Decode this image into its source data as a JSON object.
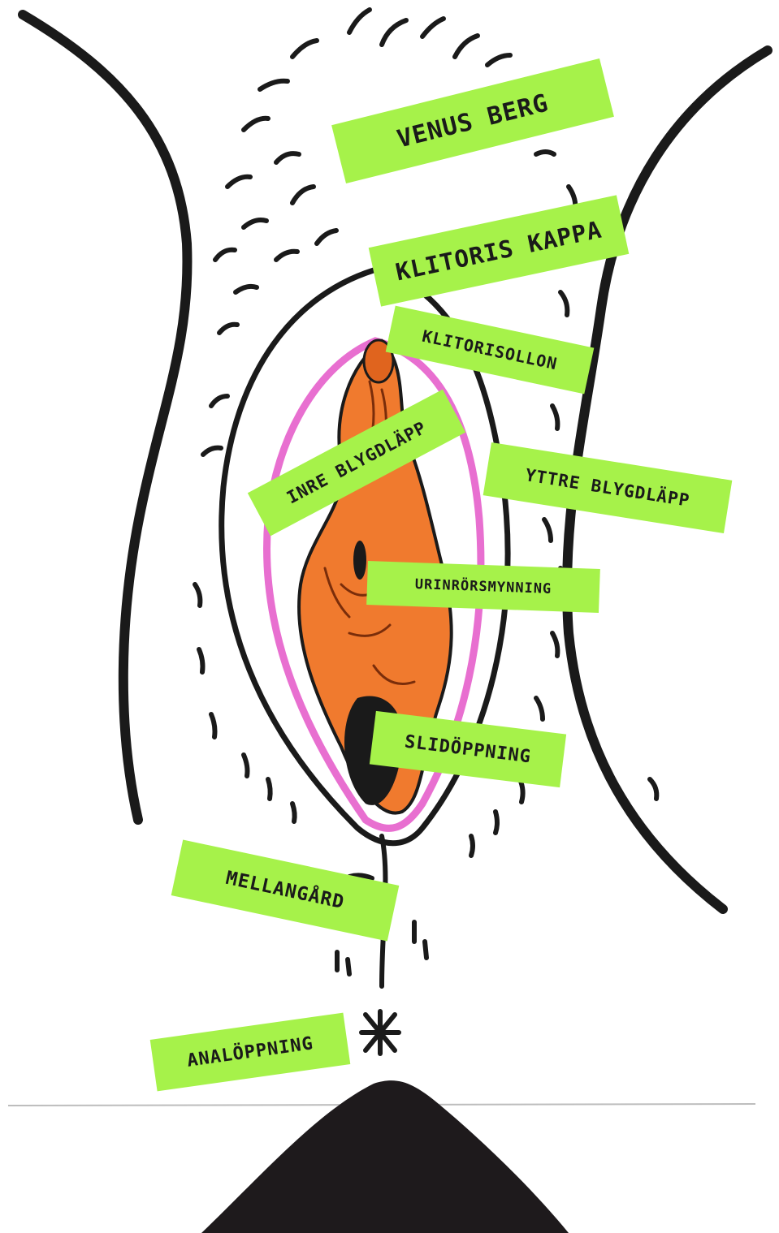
{
  "labels": {
    "mons": "VENUS BERG",
    "clitoral_hood": "KLITORIS KAPPA",
    "clitoral_glans": "KLITORISOLLON",
    "inner_labia": "INRE BLYGDLÄPP",
    "outer_labia": "YTTRE BLYGDLÄPP",
    "urethral_opening": "URINRÖRSMYNNING",
    "vaginal_opening": "SLIDÖPPNING",
    "perineum": "MELLANGÅRD",
    "anal_opening": "ANALÖPPNING"
  },
  "colors": {
    "label_background": "#a6f24a",
    "ink": "#1a1a1a",
    "tissue_orange": "#f07a2e",
    "inner_pink": "#e86fd0"
  }
}
